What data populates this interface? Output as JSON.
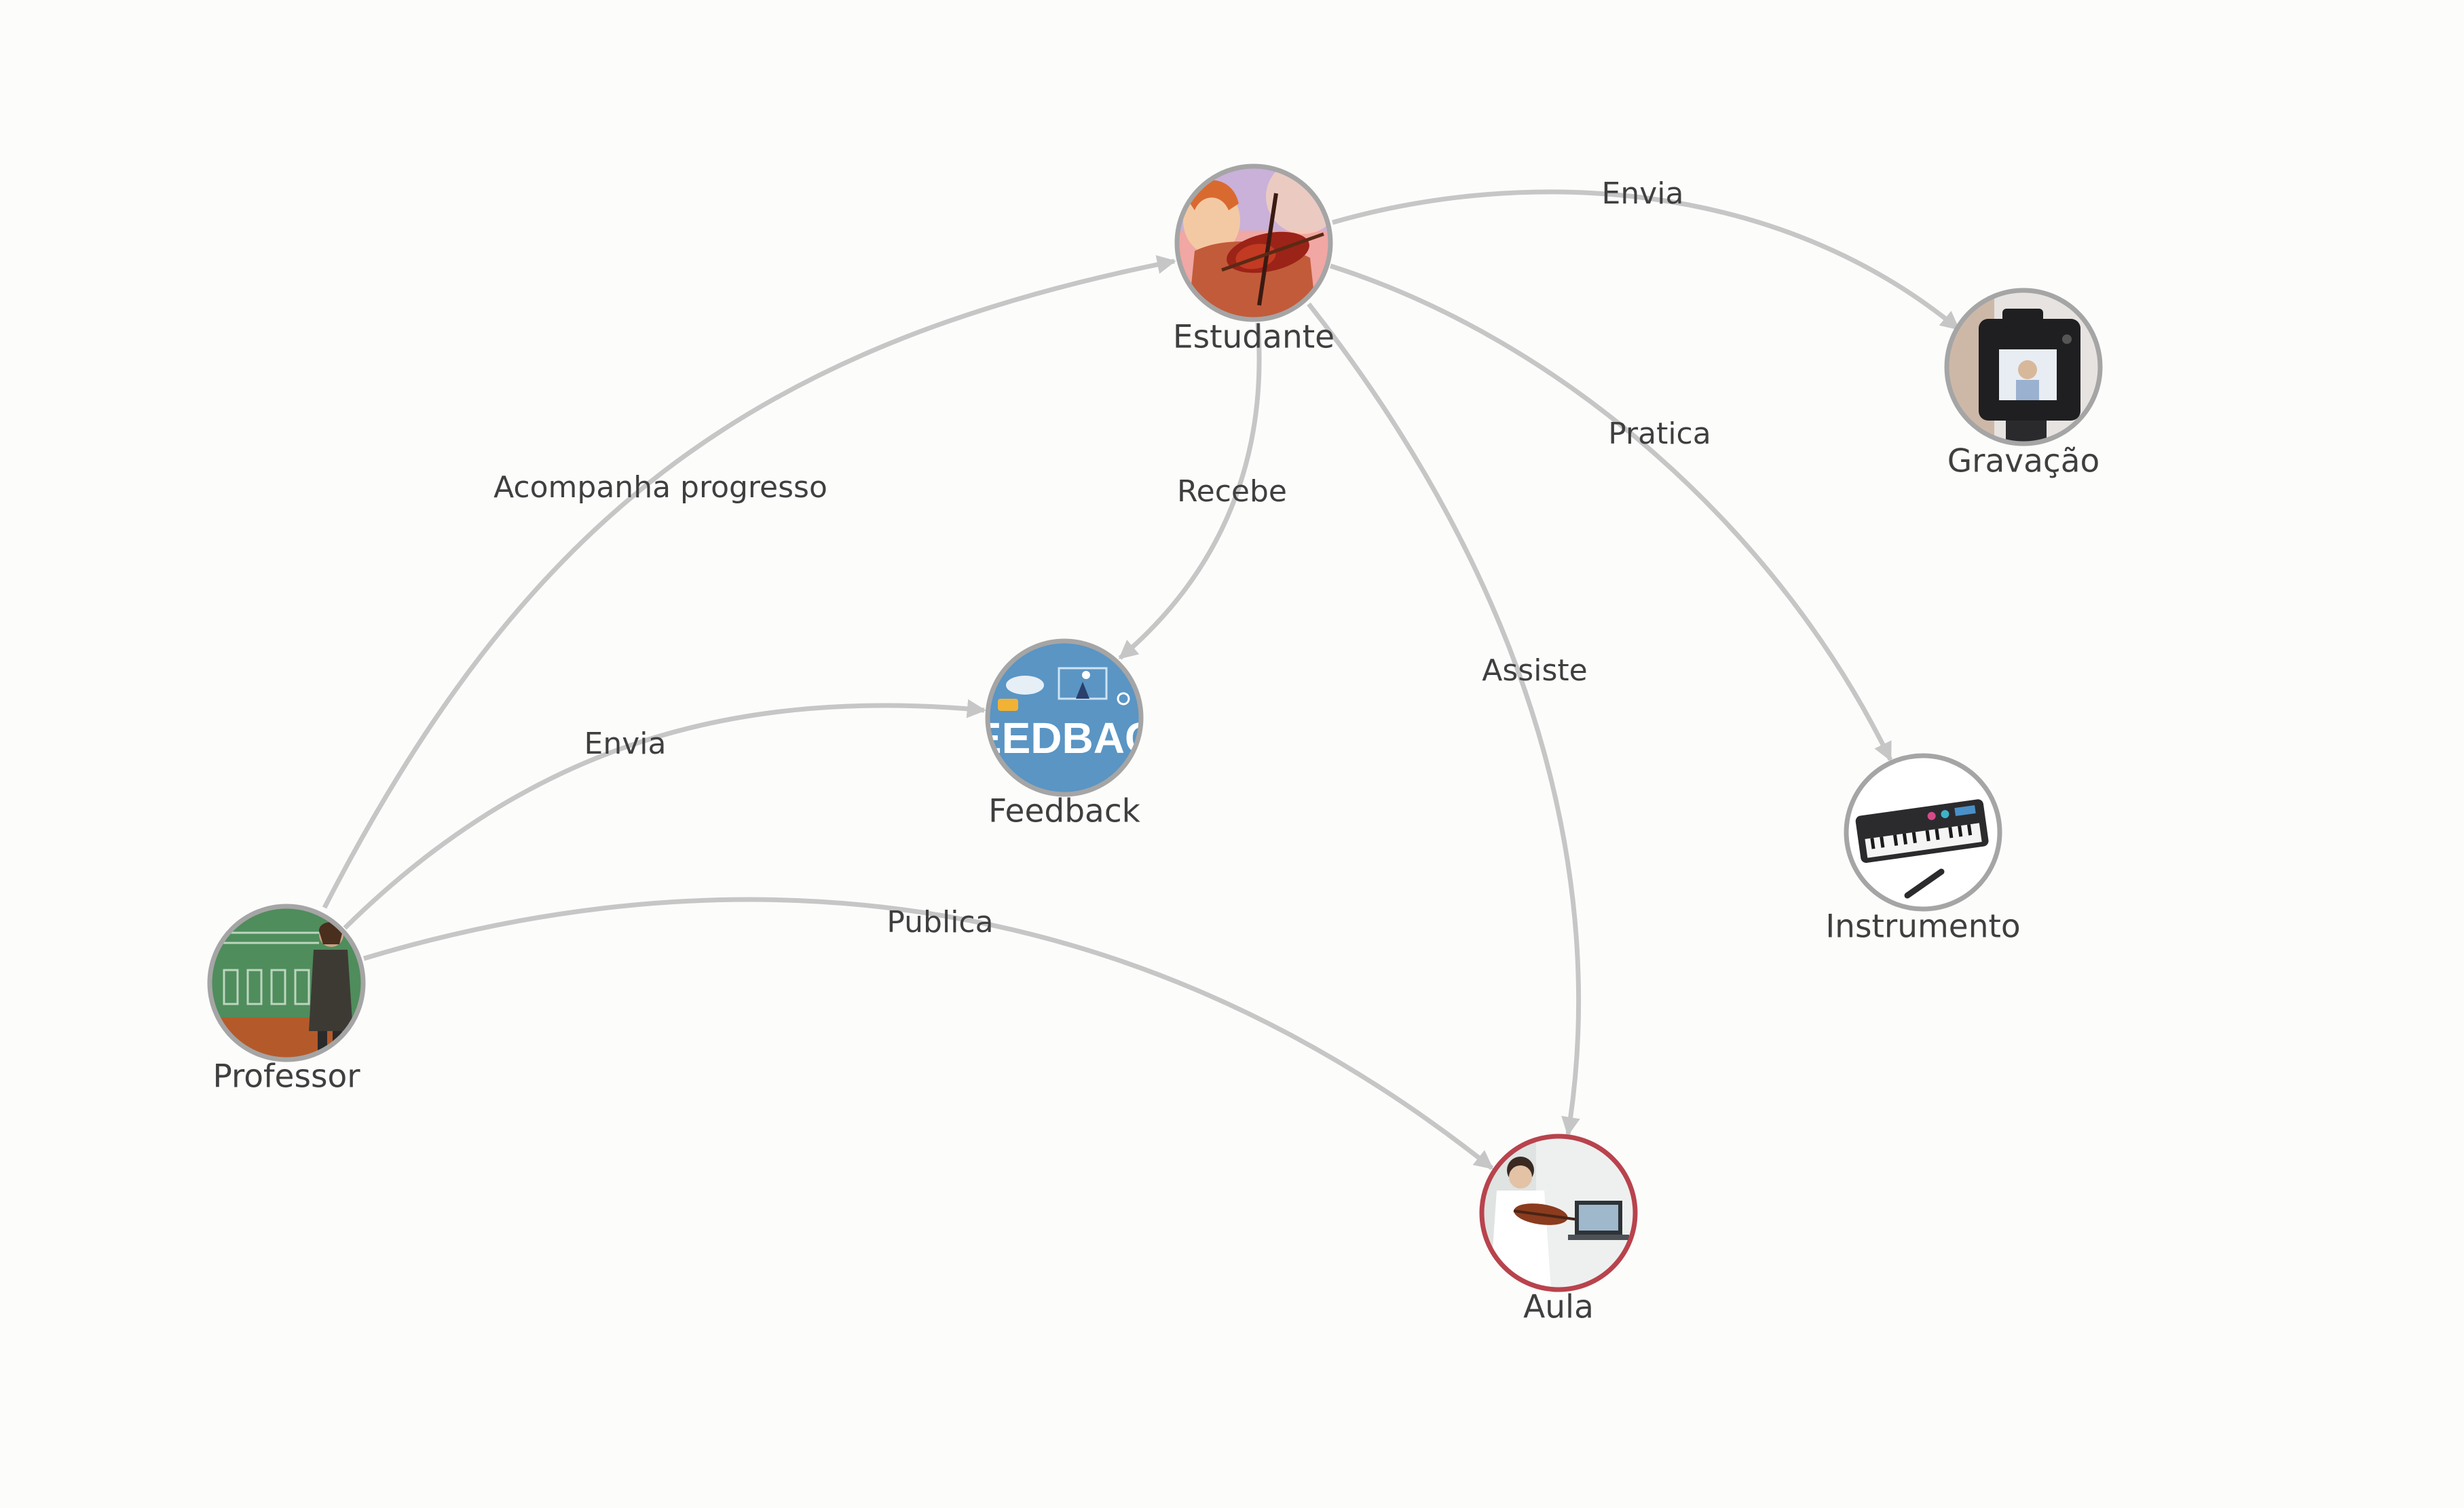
{
  "diagram": {
    "nodes": [
      {
        "id": "estudante",
        "label": "Estudante",
        "icon": "violin-student-icon",
        "ring_color": "#a5a5a5"
      },
      {
        "id": "gravacao",
        "label": "Gravação",
        "icon": "camera-icon",
        "ring_color": "#a5a5a5"
      },
      {
        "id": "feedback",
        "label": "Feedback",
        "icon": "feedback-banner-icon",
        "ring_color": "#a5a5a5"
      },
      {
        "id": "instrumento",
        "label": "Instrumento",
        "icon": "keyboard-icon",
        "ring_color": "#a5a5a5"
      },
      {
        "id": "professor",
        "label": "Professor",
        "icon": "teacher-icon",
        "ring_color": "#a5a5a5"
      },
      {
        "id": "aula",
        "label": "Aula",
        "icon": "online-lesson-icon",
        "ring_color": "#b8434d"
      }
    ],
    "edges": [
      {
        "id": "e1",
        "from": "estudante",
        "to": "gravacao",
        "label": "Envia"
      },
      {
        "id": "e2",
        "from": "estudante",
        "to": "instrumento",
        "label": "Pratica"
      },
      {
        "id": "e3",
        "from": "estudante",
        "to": "feedback",
        "label": "Recebe"
      },
      {
        "id": "e4",
        "from": "estudante",
        "to": "aula",
        "label": "Assiste"
      },
      {
        "id": "e5",
        "from": "professor",
        "to": "estudante",
        "label": "Acompanha progresso"
      },
      {
        "id": "e6",
        "from": "professor",
        "to": "feedback",
        "label": "Envia"
      },
      {
        "id": "e7",
        "from": "professor",
        "to": "aula",
        "label": "Publica"
      }
    ],
    "colors": {
      "edge": "#c6c6c6",
      "ring": "#a5a5a5",
      "ring_accent": "#b8434d",
      "text": "#3f3f3f",
      "background": "#fcfcfb"
    }
  }
}
